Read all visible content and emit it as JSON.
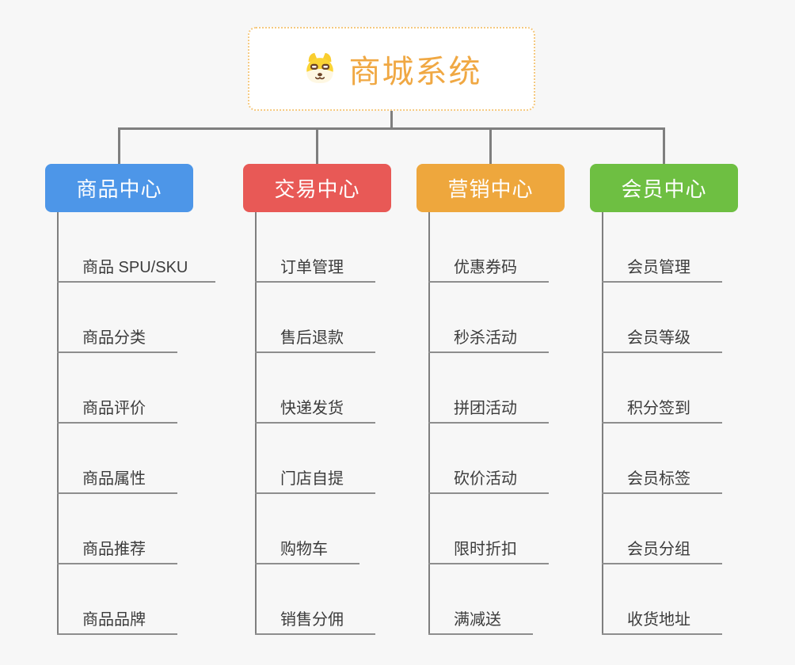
{
  "canvas": {
    "background": "#F7F7F7"
  },
  "root": {
    "title": "商城系统",
    "icon": "dog-icon",
    "title_color": "#F0A843",
    "border_color": "#F5C980"
  },
  "connectors": {
    "line_color": "#7F7F7F",
    "underline_color": "#8E8E8E"
  },
  "item_text_color": "#3C3C3C",
  "branches": [
    {
      "label": "商品中心",
      "color": "#4D96E8",
      "items": [
        "商品 SPU/SKU",
        "商品分类",
        "商品评价",
        "商品属性",
        "商品推荐",
        "商品品牌"
      ]
    },
    {
      "label": "交易中心",
      "color": "#E85956",
      "items": [
        "订单管理",
        "售后退款",
        "快递发货",
        "门店自提",
        "购物车",
        "销售分佣"
      ]
    },
    {
      "label": "营销中心",
      "color": "#EEA73D",
      "items": [
        "优惠券码",
        "秒杀活动",
        "拼团活动",
        "砍价活动",
        "限时折扣",
        "满减送"
      ]
    },
    {
      "label": "会员中心",
      "color": "#6EBF42",
      "items": [
        "会员管理",
        "会员等级",
        "积分签到",
        "会员标签",
        "会员分组",
        "收货地址"
      ]
    }
  ]
}
